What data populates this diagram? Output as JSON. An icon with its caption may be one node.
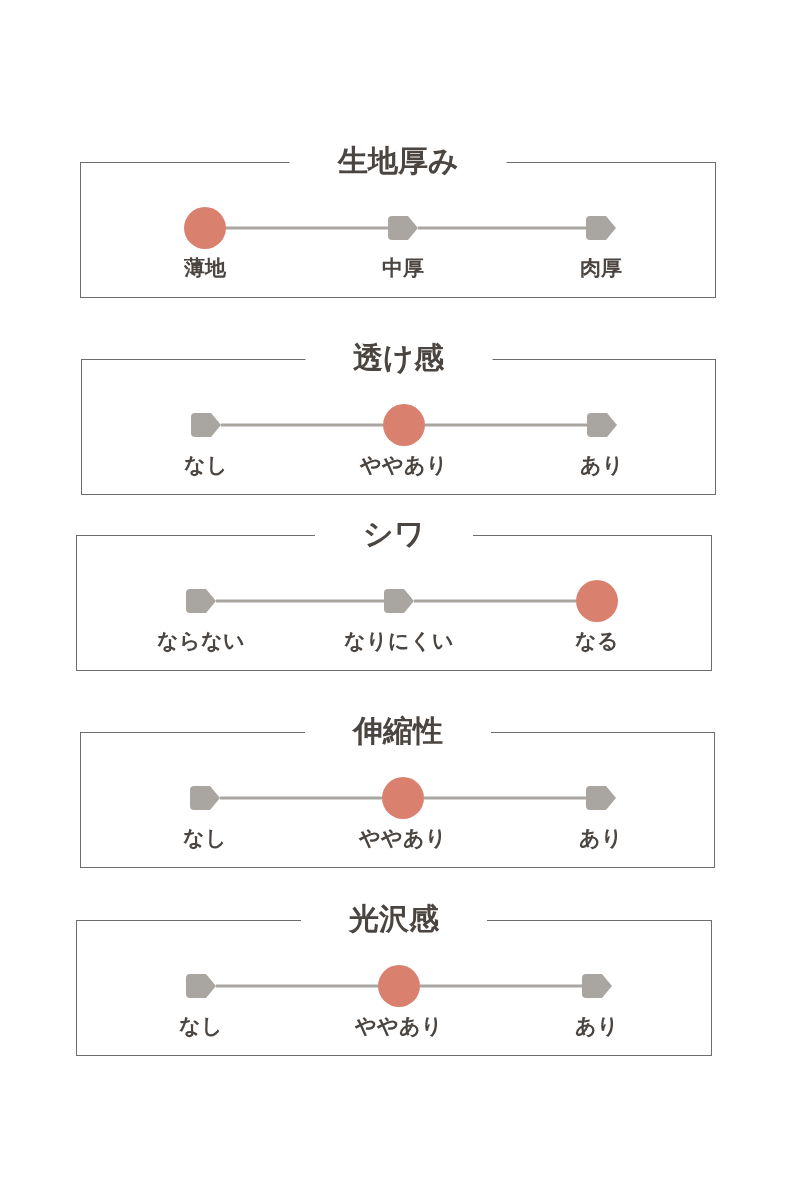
{
  "diagram": {
    "nodes": [
      {
        "text": [
          "生地厚み"
        ]
      },
      {
        "text": [],
        "shape": "circle",
        "in": 0,
        "beside": [
          "薄地"
        ]
      },
      {
        "text": [],
        "shape": "tag",
        "in": 0,
        "beside": [
          "中厚"
        ]
      },
      {
        "text": [],
        "shape": "tag",
        "in": 0,
        "beside": [
          "肉厚"
        ]
      },
      {
        "text": [
          "透け感"
        ]
      },
      {
        "text": [],
        "shape": "tag",
        "in": 4,
        "beside": [
          "なし"
        ]
      },
      {
        "text": [],
        "shape": "circle",
        "in": 4,
        "beside": [
          "ややあり"
        ]
      },
      {
        "text": [],
        "shape": "tag",
        "in": 4,
        "beside": [
          "あり"
        ]
      },
      {
        "text": [
          "シワ"
        ]
      },
      {
        "text": [],
        "shape": "tag",
        "in": 8,
        "beside": [
          "ならない"
        ]
      },
      {
        "text": [],
        "shape": "tag",
        "in": 8,
        "beside": [
          "なりにくい"
        ]
      },
      {
        "text": [],
        "shape": "circle",
        "in": 8,
        "beside": [
          "なる"
        ]
      },
      {
        "text": [
          "伸縮性"
        ]
      },
      {
        "text": [],
        "shape": "tag",
        "in": 12,
        "beside": [
          "なし"
        ]
      },
      {
        "text": [],
        "shape": "circle",
        "in": 12,
        "beside": [
          "ややあり"
        ]
      },
      {
        "text": [],
        "shape": "tag",
        "in": 12,
        "beside": [
          "あり"
        ]
      },
      {
        "text": [
          "光沢感"
        ]
      },
      {
        "text": [],
        "shape": "tag",
        "in": 16,
        "beside": [
          "なし"
        ]
      },
      {
        "text": [],
        "shape": "circle",
        "in": 16,
        "beside": [
          "ややあり"
        ]
      },
      {
        "text": [],
        "shape": "tag",
        "in": 16,
        "beside": [
          "あり"
        ]
      }
    ],
    "edges": [
      {
        "from": 1,
        "to": 2,
        "arrow": "none"
      },
      {
        "from": 2,
        "to": 3,
        "arrow": "none"
      },
      {
        "from": 5,
        "to": 6,
        "arrow": "none"
      },
      {
        "from": 6,
        "to": 7,
        "arrow": "none"
      },
      {
        "from": 9,
        "to": 10,
        "arrow": "none"
      },
      {
        "from": 10,
        "to": 11,
        "arrow": "none"
      },
      {
        "from": 13,
        "to": 14,
        "arrow": "none"
      },
      {
        "from": 14,
        "to": 15,
        "arrow": "none"
      },
      {
        "from": 17,
        "to": 18,
        "arrow": "none"
      },
      {
        "from": 18,
        "to": 19,
        "arrow": "none"
      }
    ]
  }
}
